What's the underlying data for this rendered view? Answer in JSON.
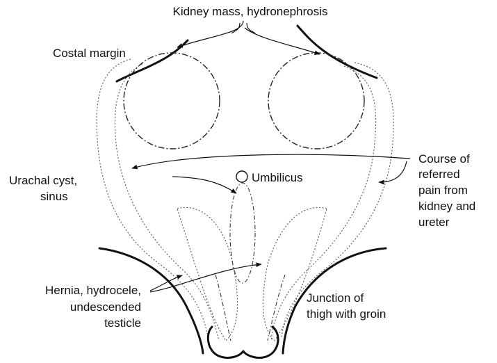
{
  "labels": {
    "kidney_mass": "Kidney mass, hydronephrosis",
    "costal_margin": "Costal margin",
    "umbilicus": "Umbilicus",
    "urachal_line1": "Urachal cyst,",
    "urachal_line2": "sinus",
    "course_line1": "Course of",
    "course_line2": "referred",
    "course_line3": "pain from",
    "course_line4": "kidney and",
    "course_line5": "ureter",
    "hernia_line1": "Hernia, hydrocele,",
    "hernia_line2": "undescended",
    "hernia_line3": "testicle",
    "junction_line1": "Junction of",
    "junction_line2": "thigh with groin"
  }
}
